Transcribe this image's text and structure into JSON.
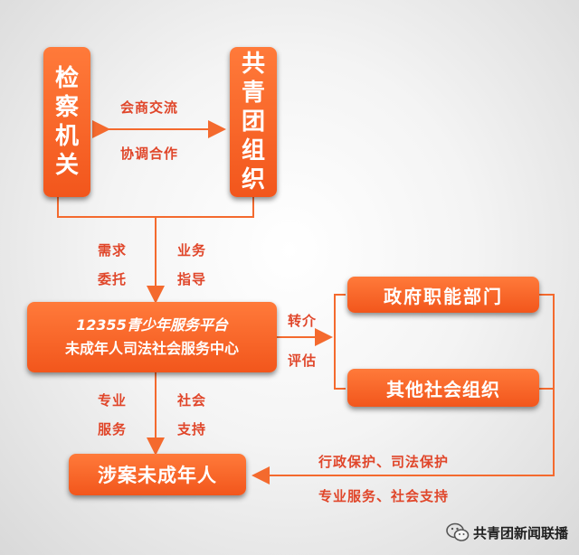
{
  "nodes": {
    "procuratorate": [
      "检",
      "察",
      "机",
      "关"
    ],
    "youth_league": [
      "共",
      "青",
      "团",
      "组",
      "织"
    ],
    "platform": [
      "12355青少年服务平台",
      "未成年人司法社会服务中心"
    ],
    "gov_departments": "政府职能部门",
    "other_orgs": "其他社会组织",
    "minors": "涉案未成年人"
  },
  "labels": {
    "consult": "会商交流",
    "coordinate": "协调合作",
    "demand": "需求",
    "entrust": "委托",
    "business": "业务",
    "guidance": "指导",
    "referral": "转介",
    "assessment": "评估",
    "professional": "专业",
    "service": "服务",
    "social": "社会",
    "support": "支持",
    "protection": "行政保护、司法保护",
    "services_support": "专业服务、社会支持"
  },
  "watermark": "共青团新闻联播",
  "colors": {
    "box": "#f2561c",
    "line": "#f46a2e",
    "label": "#e0462a"
  }
}
